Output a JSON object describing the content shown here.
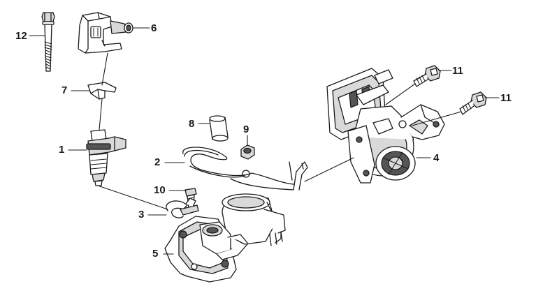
{
  "diagram": {
    "callouts": [
      {
        "id": "c1",
        "label": "1"
      },
      {
        "id": "c2",
        "label": "2"
      },
      {
        "id": "c3",
        "label": "3"
      },
      {
        "id": "c4",
        "label": "4"
      },
      {
        "id": "c5",
        "label": "5"
      },
      {
        "id": "c6",
        "label": "6"
      },
      {
        "id": "c7",
        "label": "7"
      },
      {
        "id": "c8",
        "label": "8"
      },
      {
        "id": "c9",
        "label": "9"
      },
      {
        "id": "c10",
        "label": "10"
      },
      {
        "id": "c11a",
        "label": "11"
      },
      {
        "id": "c11b",
        "label": "11"
      },
      {
        "id": "c12",
        "label": "12"
      }
    ],
    "colors": {
      "line": "#1a1a1a",
      "fill": "#ffffff",
      "shade": "#d9d9d9",
      "dark": "#555555"
    }
  }
}
